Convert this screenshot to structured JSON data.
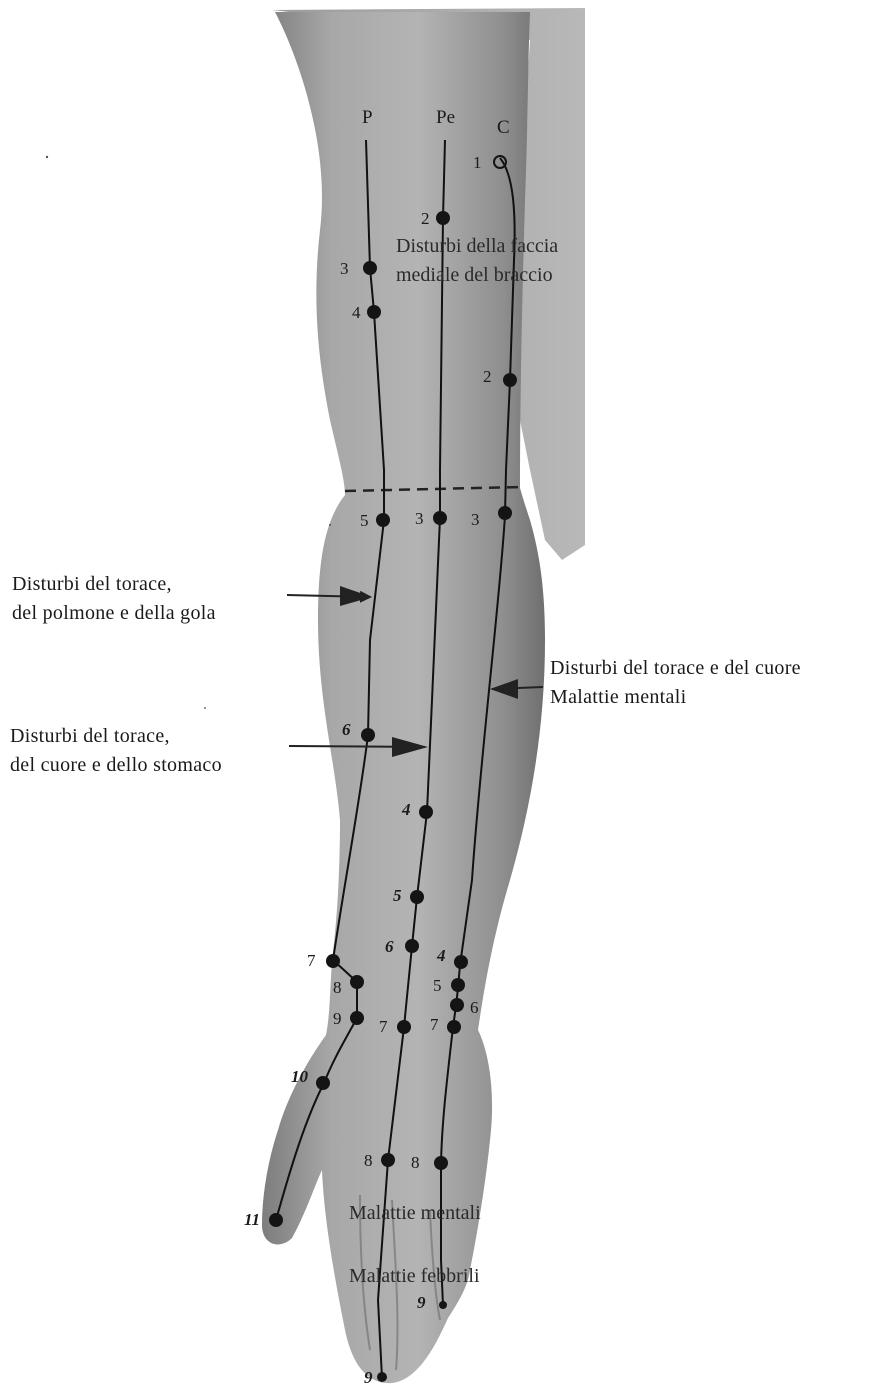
{
  "meridians": [
    {
      "id": "P",
      "label": "P"
    },
    {
      "id": "Pe",
      "label": "Pe"
    },
    {
      "id": "C",
      "label": "C"
    }
  ],
  "captions": {
    "faccia_mediale": [
      "Disturbi della faccia",
      "mediale del braccio"
    ],
    "torace_polmone": [
      "Disturbi del torace,",
      "del polmone e della gola"
    ],
    "torace_cuore_stomaco": [
      "Disturbi del torace,",
      "del cuore e dello stomaco"
    ],
    "torace_cuore_mentali": [
      "Disturbi del torace e del cuore",
      "Malattie mentali"
    ],
    "malattie_mentali": "Malattie mentali",
    "malattie_febbrili": "Malattie febbrili"
  },
  "points": {
    "P": [
      "3",
      "4",
      "5",
      "6",
      "7",
      "8",
      "9",
      "10",
      "11"
    ],
    "Pe": [
      "2",
      "3",
      "4",
      "5",
      "6",
      "7",
      "8",
      "9"
    ],
    "C": [
      "1",
      "2",
      "3",
      "4",
      "5",
      "6",
      "7",
      "8",
      "9"
    ]
  },
  "colors": {
    "skin": "#9a9a9a",
    "skin_dark": "#6e6e6e",
    "line": "#111111",
    "dot": "#141414"
  }
}
